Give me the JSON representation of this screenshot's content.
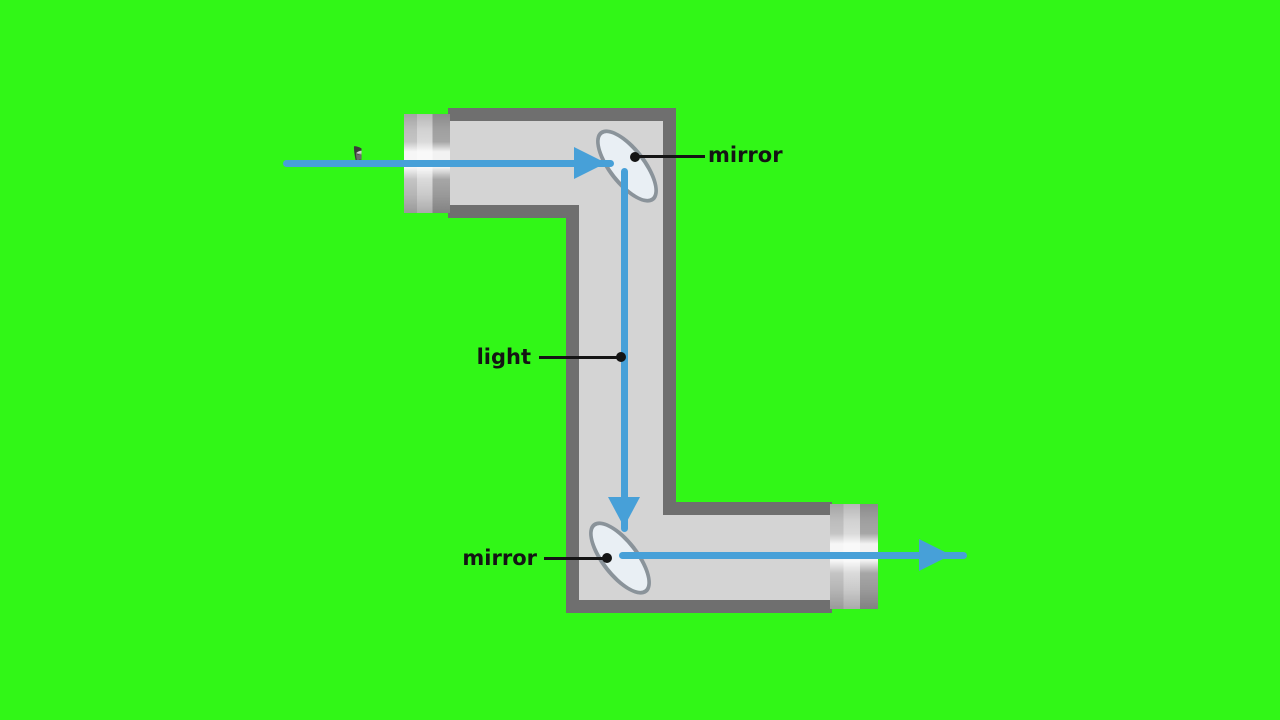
{
  "stage": {
    "background": "#31f717"
  },
  "diagram": {
    "annotations": [
      {
        "id": "mirror-top",
        "text": "mirror"
      },
      {
        "id": "light",
        "text": "light"
      },
      {
        "id": "mirror-bottom",
        "text": "mirror"
      }
    ],
    "colors": {
      "background": "#31f717",
      "tube_wall": "#6f6f6f",
      "tube_interior": "#d4d4d4",
      "mirror_fill": "#e9eff4",
      "mirror_border": "#8a939a",
      "light_ray": "#47a0d8",
      "eyecup": "#3a3a3a",
      "label_text": "#141414"
    }
  }
}
